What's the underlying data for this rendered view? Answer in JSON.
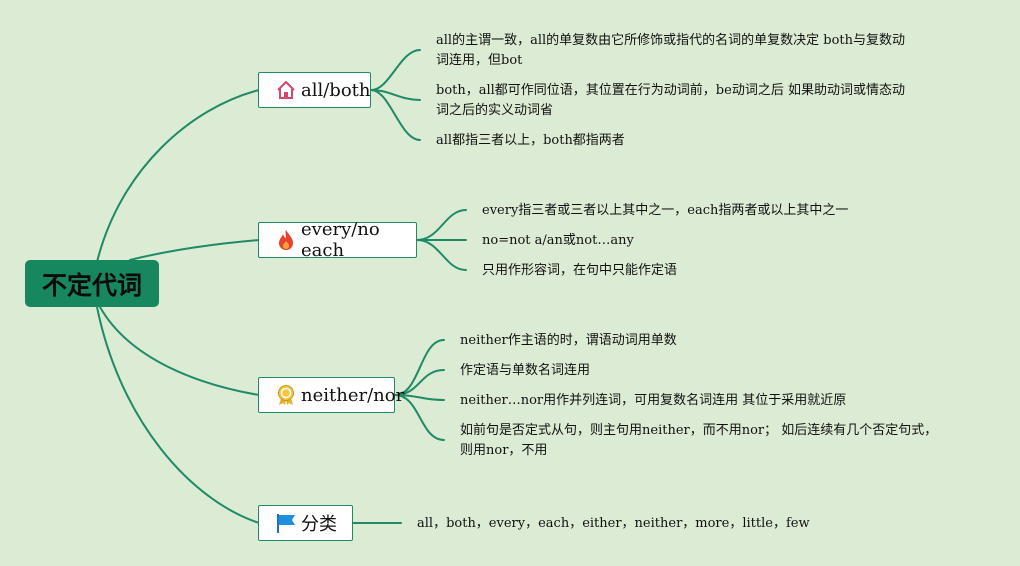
{
  "root": {
    "label": "不定代词"
  },
  "colors": {
    "background": "#dcebd4",
    "connector": "#1f8a66",
    "root_fill": "#17875f"
  },
  "branches": [
    {
      "label": "all/both",
      "icon": "house-icon",
      "leaves": [
        [
          "all的主谓一致，all的单复数由它所修饰或指代的名词的单复数决定 both与复数动",
          "词连用，但bot"
        ],
        [
          "both，all都可作同位语，其位置在行为动词前，be动词之后 如果助动词或情态动",
          "词之后的实义动词省"
        ],
        [
          "all都指三者以上，both都指两者"
        ]
      ]
    },
    {
      "label": "every/no each",
      "icon": "fire-icon",
      "leaves": [
        [
          "every指三者或三者以上其中之一，each指两者或以上其中之一"
        ],
        [
          "no=not a/an或not…any"
        ],
        [
          "只用作形容词，在句中只能作定语"
        ]
      ]
    },
    {
      "label": "neither/nor",
      "icon": "award-medal-icon",
      "leaves": [
        [
          "neither作主语的时，谓语动词用单数"
        ],
        [
          "作定语与单数名词连用"
        ],
        [
          "neither…nor用作并列连词，可用复数名词连用 其位于采用就近原"
        ],
        [
          "如前句是否定式从句，则主句用neither，而不用nor； 如后连续有几个否定句式，",
          "则用nor，不用"
        ]
      ]
    },
    {
      "label": "分类",
      "icon": "flag-icon",
      "leaves": [
        [
          "all，both，every，each，either，neither，more，little，few"
        ]
      ]
    }
  ]
}
